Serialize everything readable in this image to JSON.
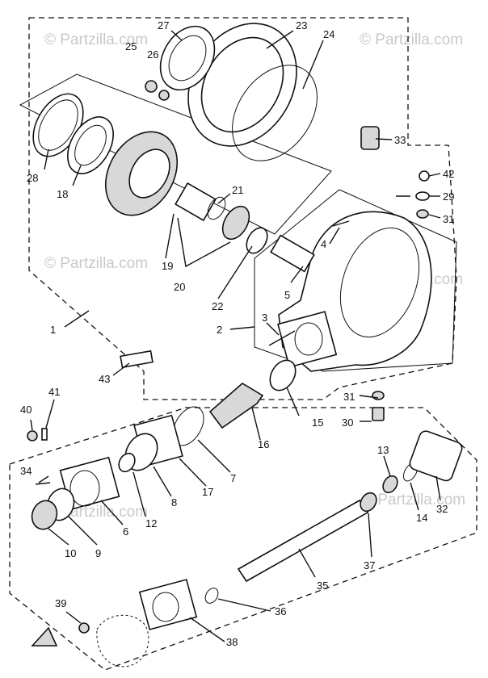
{
  "watermark": "© Partzilla.com",
  "callouts": [
    {
      "id": "c1",
      "text": "1"
    },
    {
      "id": "c2",
      "text": "2"
    },
    {
      "id": "c3",
      "text": "3"
    },
    {
      "id": "c4",
      "text": "4"
    },
    {
      "id": "c5",
      "text": "5"
    },
    {
      "id": "c6",
      "text": "6"
    },
    {
      "id": "c7",
      "text": "7"
    },
    {
      "id": "c8",
      "text": "8"
    },
    {
      "id": "c9",
      "text": "9"
    },
    {
      "id": "c10",
      "text": "10"
    },
    {
      "id": "c12",
      "text": "12"
    },
    {
      "id": "c13",
      "text": "13"
    },
    {
      "id": "c14",
      "text": "14"
    },
    {
      "id": "c15",
      "text": "15"
    },
    {
      "id": "c16",
      "text": "16"
    },
    {
      "id": "c17",
      "text": "17"
    },
    {
      "id": "c18",
      "text": "18"
    },
    {
      "id": "c19",
      "text": "19"
    },
    {
      "id": "c20",
      "text": "20"
    },
    {
      "id": "c21",
      "text": "21"
    },
    {
      "id": "c22",
      "text": "22"
    },
    {
      "id": "c23",
      "text": "23"
    },
    {
      "id": "c24",
      "text": "24"
    },
    {
      "id": "c25",
      "text": "25"
    },
    {
      "id": "c26",
      "text": "26"
    },
    {
      "id": "c27",
      "text": "27"
    },
    {
      "id": "c28",
      "text": "28"
    },
    {
      "id": "c29",
      "text": "29"
    },
    {
      "id": "c30",
      "text": "30"
    },
    {
      "id": "c31a",
      "text": "31"
    },
    {
      "id": "c31b",
      "text": "31"
    },
    {
      "id": "c32",
      "text": "32"
    },
    {
      "id": "c33",
      "text": "33"
    },
    {
      "id": "c34",
      "text": "34"
    },
    {
      "id": "c35",
      "text": "35"
    },
    {
      "id": "c36",
      "text": "36"
    },
    {
      "id": "c37",
      "text": "37"
    },
    {
      "id": "c38",
      "text": "38"
    },
    {
      "id": "c39",
      "text": "39"
    },
    {
      "id": "c40",
      "text": "40"
    },
    {
      "id": "c41",
      "text": "41"
    },
    {
      "id": "c42",
      "text": "42"
    },
    {
      "id": "c43",
      "text": "43"
    }
  ]
}
